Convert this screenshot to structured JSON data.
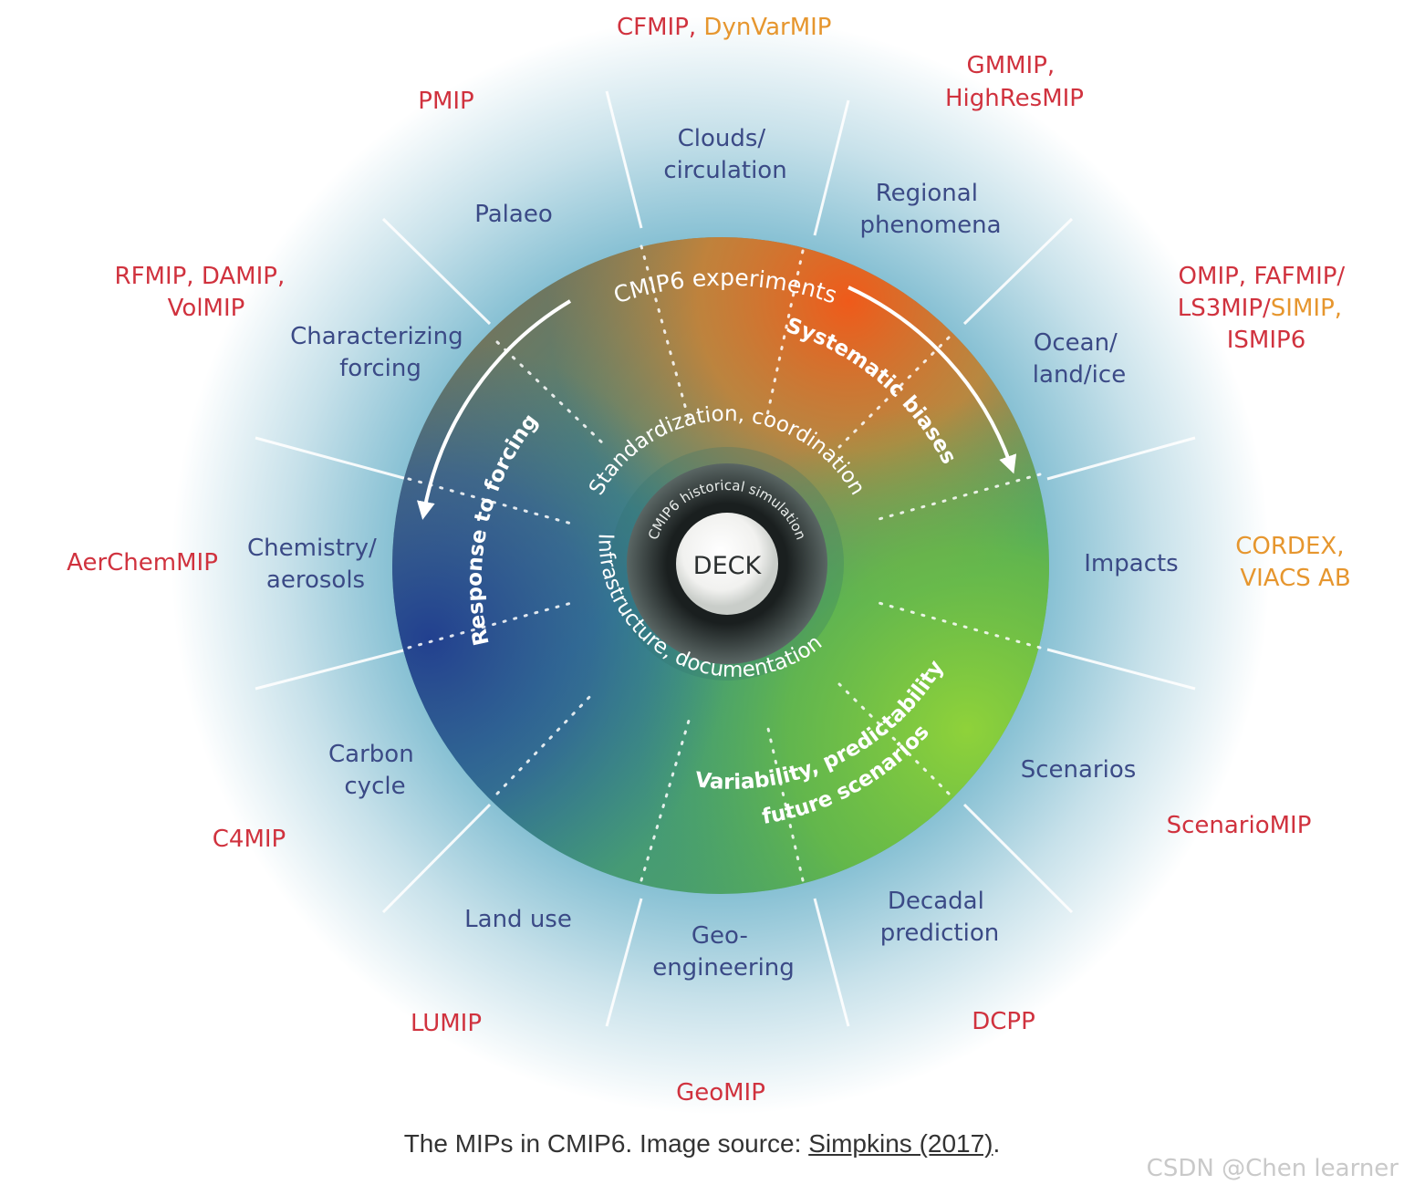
{
  "diagram": {
    "center": {
      "label": "DECK",
      "ring_label": "CMIP6 historical simulation"
    },
    "inner_ring": {
      "top": "Standardization, coordination",
      "bottom": "Infrastructure, documentation"
    },
    "outer_ring": {
      "title": "CMIP6 experiments",
      "themes": [
        {
          "label": "Systematic biases"
        },
        {
          "label": "Response to forcing"
        },
        {
          "label": "Variability, predictability"
        },
        {
          "label": "future scenarios"
        }
      ]
    },
    "topics": [
      {
        "id": "clouds",
        "line1": "Clouds/",
        "line2": "circulation"
      },
      {
        "id": "regional",
        "line1": "Regional",
        "line2": "phenomena"
      },
      {
        "id": "ocean",
        "line1": "Ocean/",
        "line2": "land/ice"
      },
      {
        "id": "impacts",
        "line1": "Impacts",
        "line2": ""
      },
      {
        "id": "scenarios",
        "line1": "Scenarios",
        "line2": ""
      },
      {
        "id": "decadal",
        "line1": "Decadal",
        "line2": "prediction"
      },
      {
        "id": "geo",
        "line1": "Geo-",
        "line2": "engineering"
      },
      {
        "id": "landuse",
        "line1": "Land use",
        "line2": ""
      },
      {
        "id": "carbon",
        "line1": "Carbon",
        "line2": "cycle"
      },
      {
        "id": "chem",
        "line1": "Chemistry/",
        "line2": "aerosols"
      },
      {
        "id": "forcing",
        "line1": "Characterizing",
        "line2": "forcing"
      },
      {
        "id": "palaeo",
        "line1": "Palaeo",
        "line2": ""
      }
    ],
    "mips": {
      "cfmip": "CFMIP,",
      "dynvarmip": "DynVarMIP",
      "gmmip": "GMMIP,",
      "highresmip": "HighResMIP",
      "omip_line1": "OMIP, FAFMIP/",
      "ls3mip": "LS3MIP/",
      "simip": "SIMIP,",
      "ismip6": "ISMIP6",
      "cordex": "CORDEX,",
      "viacs": "VIACS AB",
      "scenariomip": "ScenarioMIP",
      "dcpp": "DCPP",
      "geomip": "GeoMIP",
      "lumip": "LUMIP",
      "c4mip": "C4MIP",
      "aerchemmip": "AerChemMIP",
      "rfmip_line1": "RFMIP, DAMIP,",
      "volmip": "VolMIP",
      "pmip": "PMIP"
    },
    "colors": {
      "mip_red": "#d0323e",
      "mip_orange": "#e6962e",
      "topic_text": "#3b4a86"
    }
  },
  "caption": {
    "text": "The MIPs in CMIP6. Image source: ",
    "link": "Simpkins (2017)",
    "end": "."
  },
  "watermark": "CSDN @Chen learner"
}
